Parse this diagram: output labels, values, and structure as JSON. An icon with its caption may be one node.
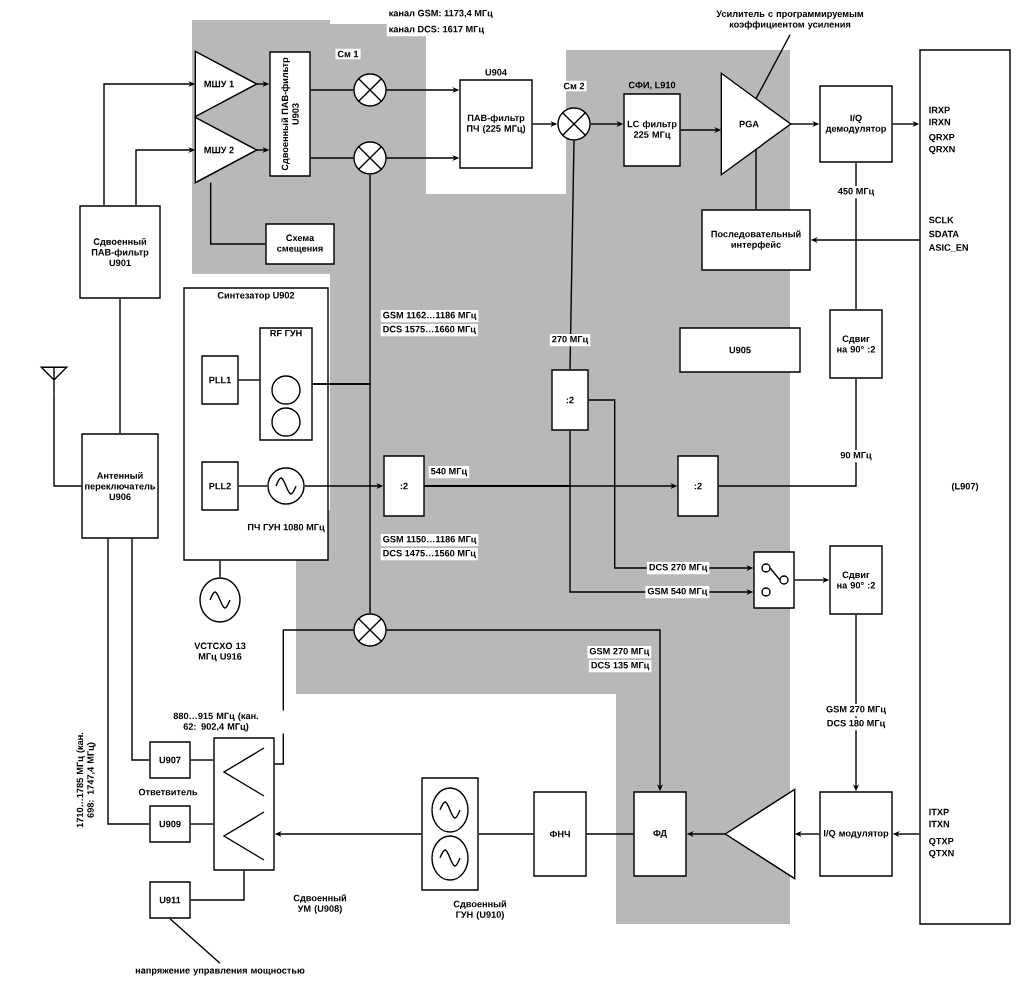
{
  "diagram": {
    "nodes": [
      {
        "text": [
          "МШУ 1"
        ]
      },
      {
        "text": [
          "МШУ 2"
        ]
      },
      {
        "text": [
          "Сдвоенный ПАВ-фильтр U903"
        ]
      },
      {
        "text": [],
        "shape": "circle",
        "beside": [
          "См 1"
        ]
      },
      {
        "text": [],
        "shape": "circle"
      },
      {
        "text": [
          "Схема смещения"
        ]
      },
      {
        "text": [
          "U904",
          "ПАВ-фильтр ПЧ (225 МГц)"
        ]
      },
      {
        "text": [],
        "shape": "circle",
        "beside": [
          "См 2"
        ]
      },
      {
        "text": [
          "СФИ, L910",
          "LC фильтр 225 МГц"
        ]
      },
      {
        "text": [
          "PGA"
        ]
      },
      {
        "text": [
          "I/Q демодулятор"
        ]
      },
      {
        "text": [
          "Последовательный интерфейс"
        ]
      },
      {
        "text": [
          "Сдвоенный ПАВ-фильтр U901"
        ]
      },
      {
        "text": [
          "Синтезатор U902"
        ]
      },
      {
        "text": [
          "PLL1"
        ],
        "in": 13
      },
      {
        "text": [
          "PLL2"
        ],
        "in": 13
      },
      {
        "text": [
          "RF ГУН"
        ],
        "in": 13
      },
      {
        "text": [],
        "shape": "circle",
        "in": 13,
        "beside": [
          "ПЧ ГУН 1080 МГц"
        ]
      },
      {
        "text": [],
        "shape": "circle",
        "beside": [
          "VCTCXO 13 МГц U916"
        ]
      },
      {
        "text": [],
        "shape": "antenna"
      },
      {
        "text": [
          "Антенный переключатель U906"
        ]
      },
      {
        "text": [
          ":2"
        ]
      },
      {
        "text": [
          ":2"
        ]
      },
      {
        "text": [
          ":2"
        ]
      },
      {
        "text": [
          "U905"
        ]
      },
      {
        "text": [
          "Сдвиг на 90° :2"
        ]
      },
      {
        "text": [],
        "shape": "switch"
      },
      {
        "text": [
          "Сдвиг на 90° :2"
        ]
      },
      {
        "text": [],
        "shape": "circle"
      },
      {
        "text": [
          "ФД"
        ]
      },
      {
        "text": [],
        "shape": "triangle"
      },
      {
        "text": [
          "I/Q модулятор"
        ]
      },
      {
        "text": [
          "ФНЧ"
        ]
      },
      {
        "text": [],
        "shape": "box",
        "beside": [
          "Сдвоенный ГУН (U910)"
        ]
      },
      {
        "text": [],
        "shape": "box",
        "beside": [
          "Сдвоенный УМ (U908)"
        ]
      },
      {
        "text": [
          "U907"
        ]
      },
      {
        "text": [
          "U909"
        ]
      },
      {
        "text": [
          "U911"
        ]
      },
      {
        "text": [
          "(L907)"
        ]
      },
      {
        "text": [
          "Усилитель с программируемым коэффициентом усиления"
        ]
      },
      {
        "text": [
          "напряжение управления мощностью"
        ]
      }
    ],
    "edges": [
      {
        "from": 12,
        "to": 0,
        "arrow": "to"
      },
      {
        "from": 12,
        "to": 1,
        "arrow": "to"
      },
      {
        "from": 0,
        "to": 2,
        "arrow": "to"
      },
      {
        "from": 1,
        "to": 2,
        "arrow": "to"
      },
      {
        "from": 2,
        "to": 3,
        "arrow": "none"
      },
      {
        "from": 2,
        "to": 4,
        "arrow": "none"
      },
      {
        "from": 3,
        "to": 6,
        "arrow": "to"
      },
      {
        "from": 4,
        "to": 6,
        "arrow": "to"
      },
      {
        "from": 6,
        "to": 7,
        "arrow": "to"
      },
      {
        "from": 7,
        "to": 8,
        "arrow": "to"
      },
      {
        "from": 8,
        "to": 9,
        "arrow": "to"
      },
      {
        "from": 9,
        "to": 10,
        "arrow": "to"
      },
      {
        "from": 10,
        "to": 38,
        "arrow": "to"
      },
      {
        "from": 38,
        "to": 11,
        "arrow": "to"
      },
      {
        "from": 11,
        "to": 9,
        "arrow": "none"
      },
      {
        "from": 5,
        "to": 1,
        "arrow": "none"
      },
      {
        "from": 19,
        "to": 20,
        "arrow": "none"
      },
      {
        "from": 20,
        "to": 12,
        "arrow": "none"
      },
      {
        "from": 14,
        "to": 16,
        "arrow": "none"
      },
      {
        "from": 15,
        "to": 17,
        "arrow": "none"
      },
      {
        "from": 18,
        "to": 13,
        "arrow": "none"
      },
      {
        "from": 16,
        "to": 4,
        "arrow": "none"
      },
      {
        "from": 17,
        "to": 22,
        "arrow": "to"
      },
      {
        "from": 22,
        "to": 21,
        "arrow": "none"
      },
      {
        "from": 21,
        "to": 7,
        "arrow": "none"
      },
      {
        "from": 22,
        "to": 23,
        "arrow": "to"
      },
      {
        "from": 23,
        "to": 25,
        "arrow": "none"
      },
      {
        "from": 25,
        "to": 10,
        "arrow": "none"
      },
      {
        "from": 22,
        "to": 26,
        "arrow": "to"
      },
      {
        "from": 21,
        "to": 26,
        "arrow": "to"
      },
      {
        "from": 26,
        "to": 27,
        "arrow": "to"
      },
      {
        "from": 27,
        "to": 31,
        "arrow": "to"
      },
      {
        "from": 31,
        "to": 30,
        "arrow": "to"
      },
      {
        "from": 30,
        "to": 29,
        "arrow": "to"
      },
      {
        "from": 28,
        "to": 29,
        "arrow": "to"
      },
      {
        "from": 29,
        "to": 32,
        "arrow": "none"
      },
      {
        "from": 32,
        "to": 33,
        "arrow": "none"
      },
      {
        "from": 33,
        "to": 34,
        "arrow": "to"
      },
      {
        "from": 28,
        "to": 34,
        "arrow": "none"
      },
      {
        "from": 35,
        "to": 34,
        "arrow": "none"
      },
      {
        "from": 36,
        "to": 34,
        "arrow": "none"
      },
      {
        "from": 37,
        "to": 34,
        "arrow": "none"
      },
      {
        "from": 20,
        "to": 35,
        "arrow": "none"
      },
      {
        "from": 20,
        "to": 36,
        "arrow": "none"
      },
      {
        "from": 39,
        "to": 9,
        "arrow": "none"
      },
      {
        "from": 40,
        "to": 37,
        "arrow": "none"
      },
      {
        "from": 38,
        "to": 31,
        "arrow": "to"
      },
      {
        "from": 16,
        "to": 28,
        "arrow": "none"
      }
    ],
    "labels": [
      "канал GSM: 1173,4 МГц",
      "канал DCS: 1617 МГц",
      "IRXP",
      "IRXN",
      "QRXP",
      "QRXN",
      "SCLK",
      "SDATA",
      "ASIC_EN",
      "450 МГц",
      "GSM 1162…1186 МГц",
      "DCS 1575…1660 МГц",
      "270 МГц",
      "540 МГц",
      "90 МГц",
      "DCS 270 МГц",
      "GSM 540 МГц",
      "GSM 1150…1186 МГц",
      "DCS 1475…1560 МГц",
      "GSM 270 МГц",
      "DCS 135 МГц",
      "GSM 270 МГц",
      "DCS 180 МГц",
      "880…915 МГц (кан. 62: 902,4 МГц)",
      "1710…1785 МГц (кан. 698: 1747,4 МГц)",
      "Ответвитель",
      "ITXP",
      "ITXN",
      "QTXP",
      "QTXN"
    ]
  }
}
